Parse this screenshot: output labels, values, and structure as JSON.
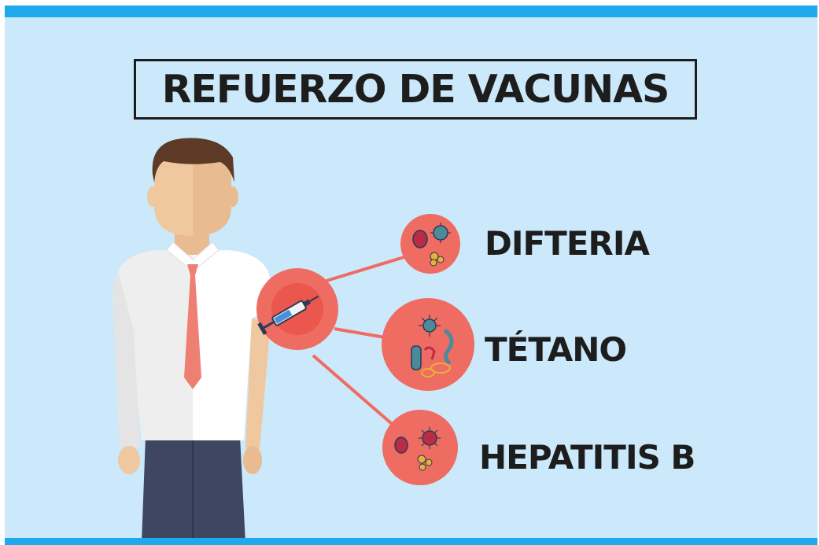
{
  "title": "REFUERZO DE VACUNAS",
  "vaccines": [
    {
      "label": "DIFTERIA"
    },
    {
      "label": "TÉTANO"
    },
    {
      "label": "HEPATITIS B"
    }
  ],
  "colors": {
    "background": "#cbe9fb",
    "accent_bar": "#1ea9ef",
    "bubble": "#ef6c62",
    "text": "#1d1d1d"
  }
}
